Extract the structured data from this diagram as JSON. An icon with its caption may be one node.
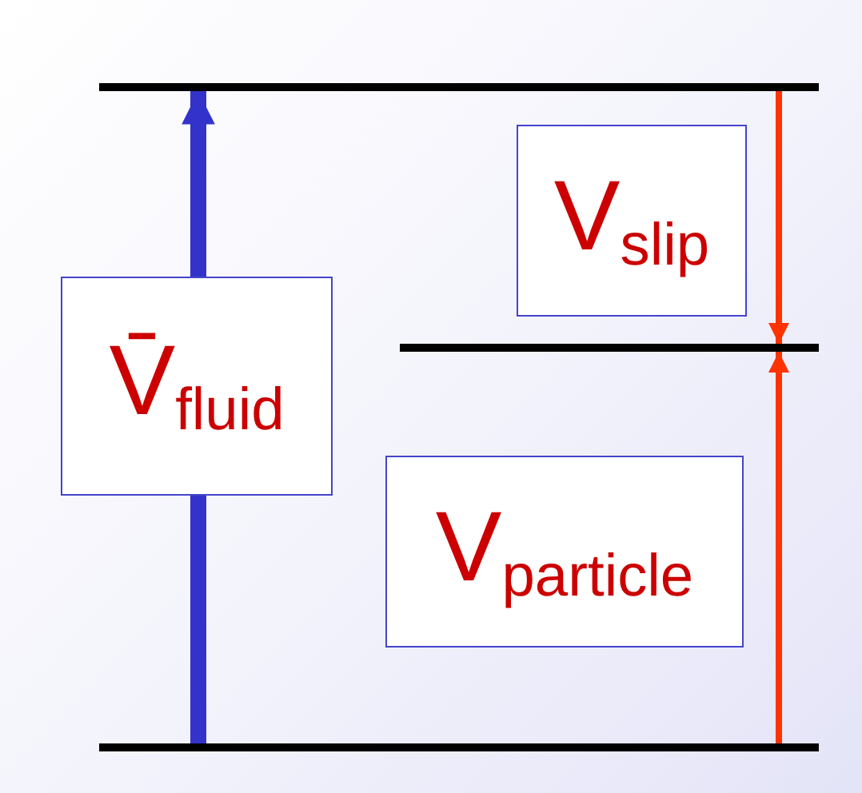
{
  "diagram": {
    "nodes": [
      {
        "text": [],
        "shape": "bar"
      },
      {
        "text": [],
        "shape": "bar"
      },
      {
        "text": [],
        "shape": "bar"
      }
    ],
    "edges": [
      {
        "from": 2,
        "to": 0,
        "arrow": "to",
        "label": "V̄$_{fluid}$",
        "style": "thick",
        "color": "#3333cc"
      },
      {
        "from": 0,
        "to": 1,
        "arrow": "to",
        "label": "V$_{slip}$"
      },
      {
        "from": 2,
        "to": 1,
        "arrow": "to",
        "label": "V$_{particle}$"
      }
    ]
  }
}
